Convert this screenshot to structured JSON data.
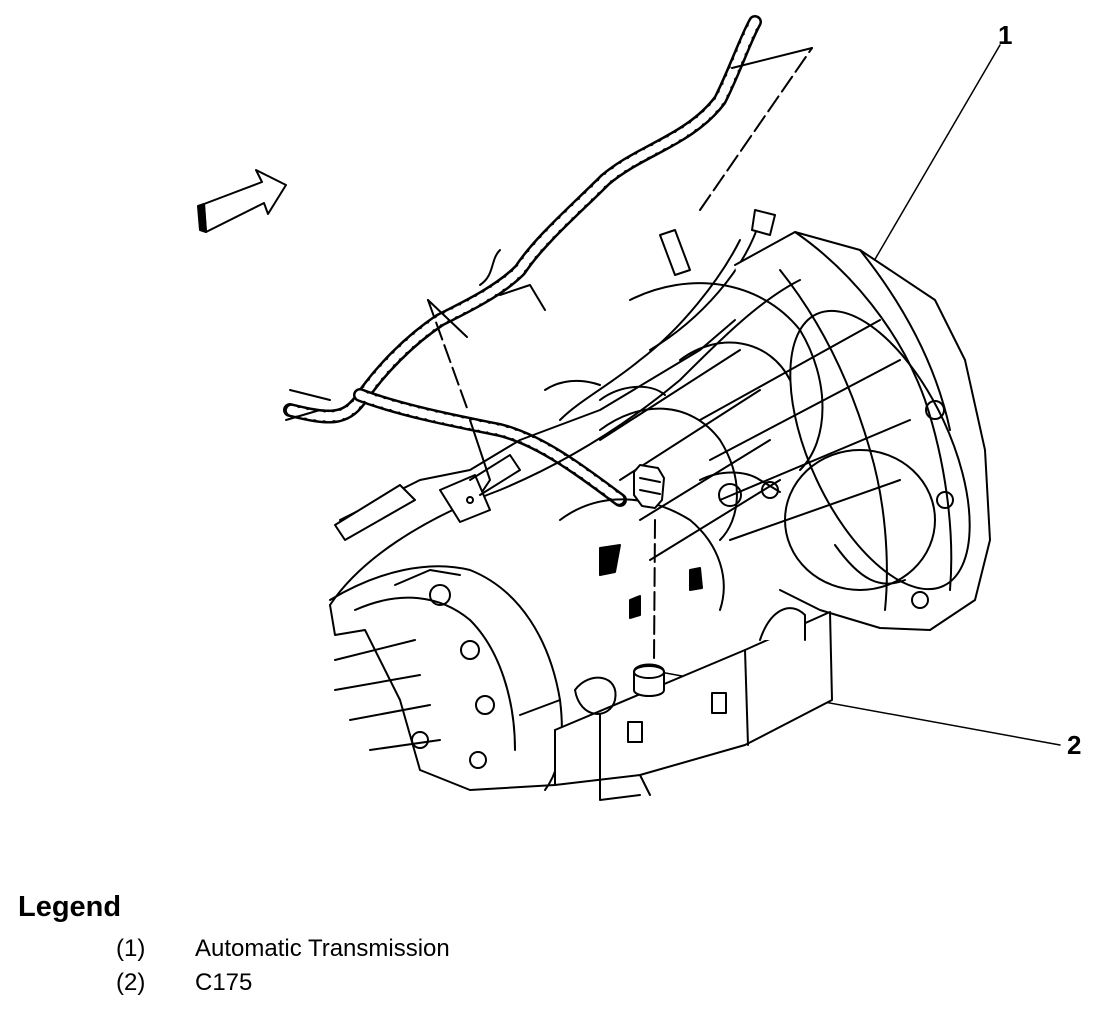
{
  "callouts": [
    {
      "number": "1"
    },
    {
      "number": "2"
    }
  ],
  "legend": {
    "title": "Legend",
    "items": [
      {
        "key": "(1)",
        "label": "Automatic Transmission"
      },
      {
        "key": "(2)",
        "label": "C175"
      }
    ]
  },
  "icons": {
    "direction": "forward-arrow-icon"
  }
}
